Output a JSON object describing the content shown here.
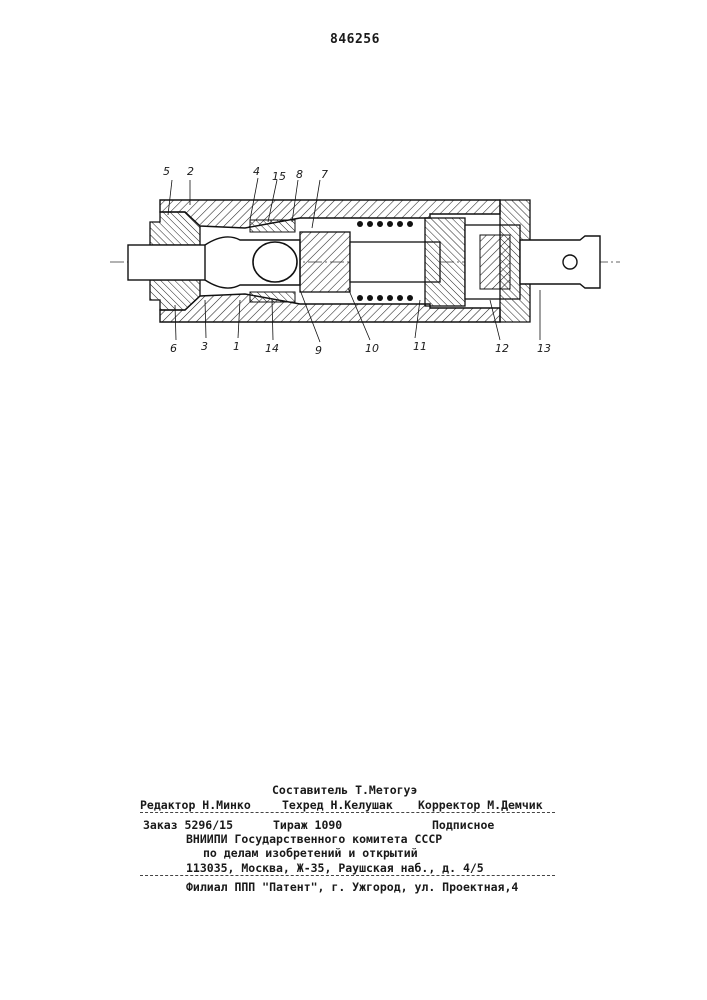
{
  "page": {
    "patent_number": "846256"
  },
  "figure": {
    "callouts": {
      "n5": "5",
      "n2": "2",
      "n4": "4",
      "n15": "15",
      "n8": "8",
      "n7": "7",
      "n6": "6",
      "n3": "3",
      "n1": "1",
      "n14": "14",
      "n9": "9",
      "n10": "10",
      "n11": "11",
      "n12": "12",
      "n13": "13"
    }
  },
  "imprint": {
    "compiler": "Составитель Т.Метогуэ",
    "editor": "Редактор Н.Минко",
    "techred": "Техред Н.Келушак",
    "corrector": "Корректор М.Демчик",
    "order": "Заказ 5296/15",
    "circulation": "Тираж 1090",
    "subscription": "Подписное",
    "org_line1": "ВНИИПИ Государственного комитета СССР",
    "org_line2": "по делам изобретений и открытий",
    "address": "113035, Москва, Ж-35, Раушская наб., д. 4/5",
    "branch": "Филиал ППП \"Патент\", г. Ужгород, ул. Проектная,4"
  }
}
